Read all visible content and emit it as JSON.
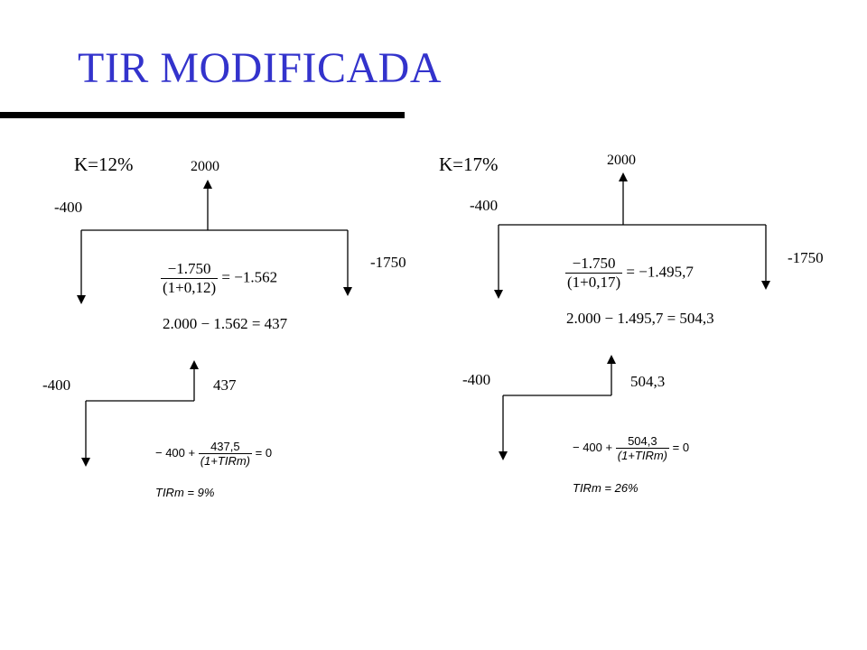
{
  "title": "TIR MODIFICADA",
  "title_color": "#3333cc",
  "left": {
    "rate": "K=12%",
    "top_value": "2000",
    "initial": "-400",
    "final": "-1750",
    "eq1_num": "−1.750",
    "eq1_den": "(1+0,12)",
    "eq1_rhs": "= −1.562",
    "eq2": "2.000 − 1.562 = 437",
    "bottom_initial": "-400",
    "bottom_value": "437",
    "eq3_lhs": "− 400 +",
    "eq3_num": "437,5",
    "eq3_den": "(1+TIRm)",
    "eq3_rhs": "= 0",
    "eq4": "TIRm = 9%"
  },
  "right": {
    "rate": "K=17%",
    "top_value": "2000",
    "initial": "-400",
    "final": "-1750",
    "eq1_num": "−1.750",
    "eq1_den": "(1+0,17)",
    "eq1_rhs": "= −1.495,7",
    "eq2": "2.000 − 1.495,7 = 504,3",
    "bottom_initial": "-400",
    "bottom_value": "504,3",
    "eq3_lhs": "− 400 +",
    "eq3_num": "504,3",
    "eq3_den": "(1+TIRm)",
    "eq3_rhs": "= 0",
    "eq4": "TIRm = 26%"
  }
}
